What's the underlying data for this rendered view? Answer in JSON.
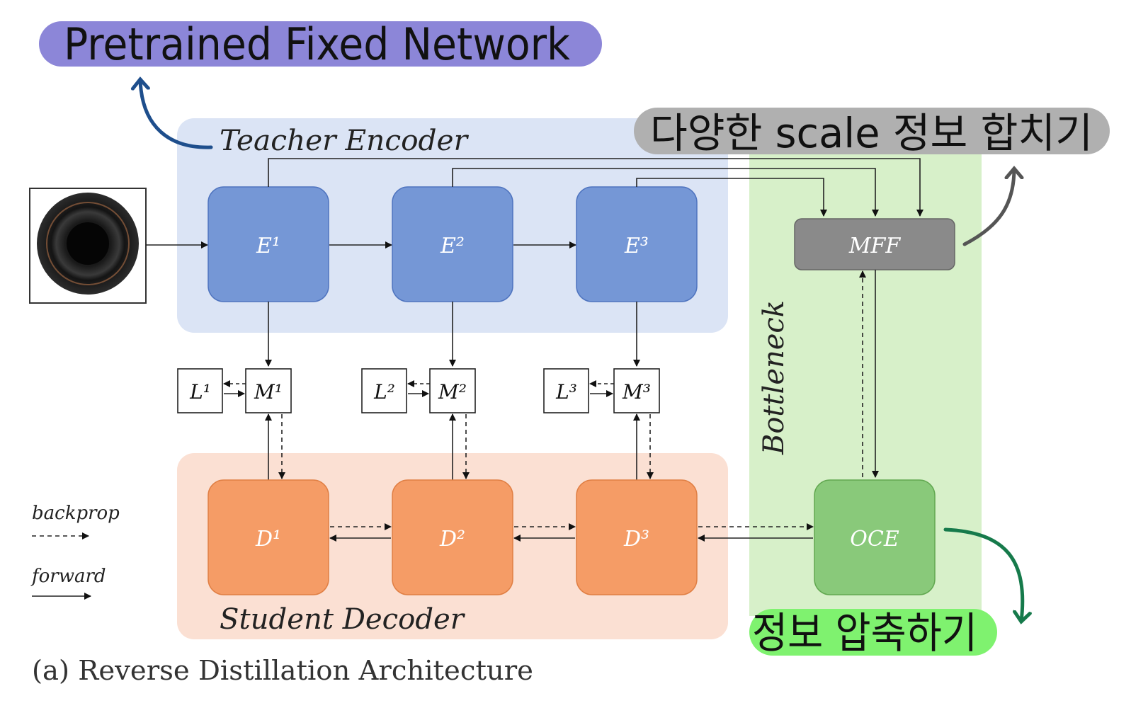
{
  "annotations": {
    "pretrained": "Pretrained Fixed Network",
    "multiscale": "다양한 scale 정보 합치기",
    "compress": "정보 압축하기"
  },
  "teacher": {
    "title": "Teacher Encoder",
    "blocks": [
      "E1",
      "E2",
      "E3"
    ]
  },
  "student": {
    "title": "Student Decoder",
    "blocks": [
      "D1",
      "D2",
      "D3"
    ]
  },
  "bottleneck": {
    "title": "Bottleneck",
    "mff": "MFF",
    "oce": "OCE"
  },
  "losses": [
    "L1",
    "L2",
    "L3"
  ],
  "maps": [
    "M1",
    "M2",
    "M3"
  ],
  "legend": {
    "backprop": "backprop",
    "forward": "forward"
  },
  "caption": "(a) Reverse Distillation Architecture",
  "colors": {
    "teacher_bg": "#dbe4f5",
    "teacher_block": "#7597d6",
    "student_bg": "#fbe0d3",
    "student_block": "#f59c66",
    "bottleneck_bg": "#d7f0c9",
    "mff": "#8a8a8a",
    "oce": "#89c97a",
    "pretrained_pill": "#8c86d8",
    "multiscale_pill": "#b0b0b0",
    "compress_pill": "#7ff26f"
  },
  "icons": [
    "input-image-icon",
    "ring-icon"
  ]
}
